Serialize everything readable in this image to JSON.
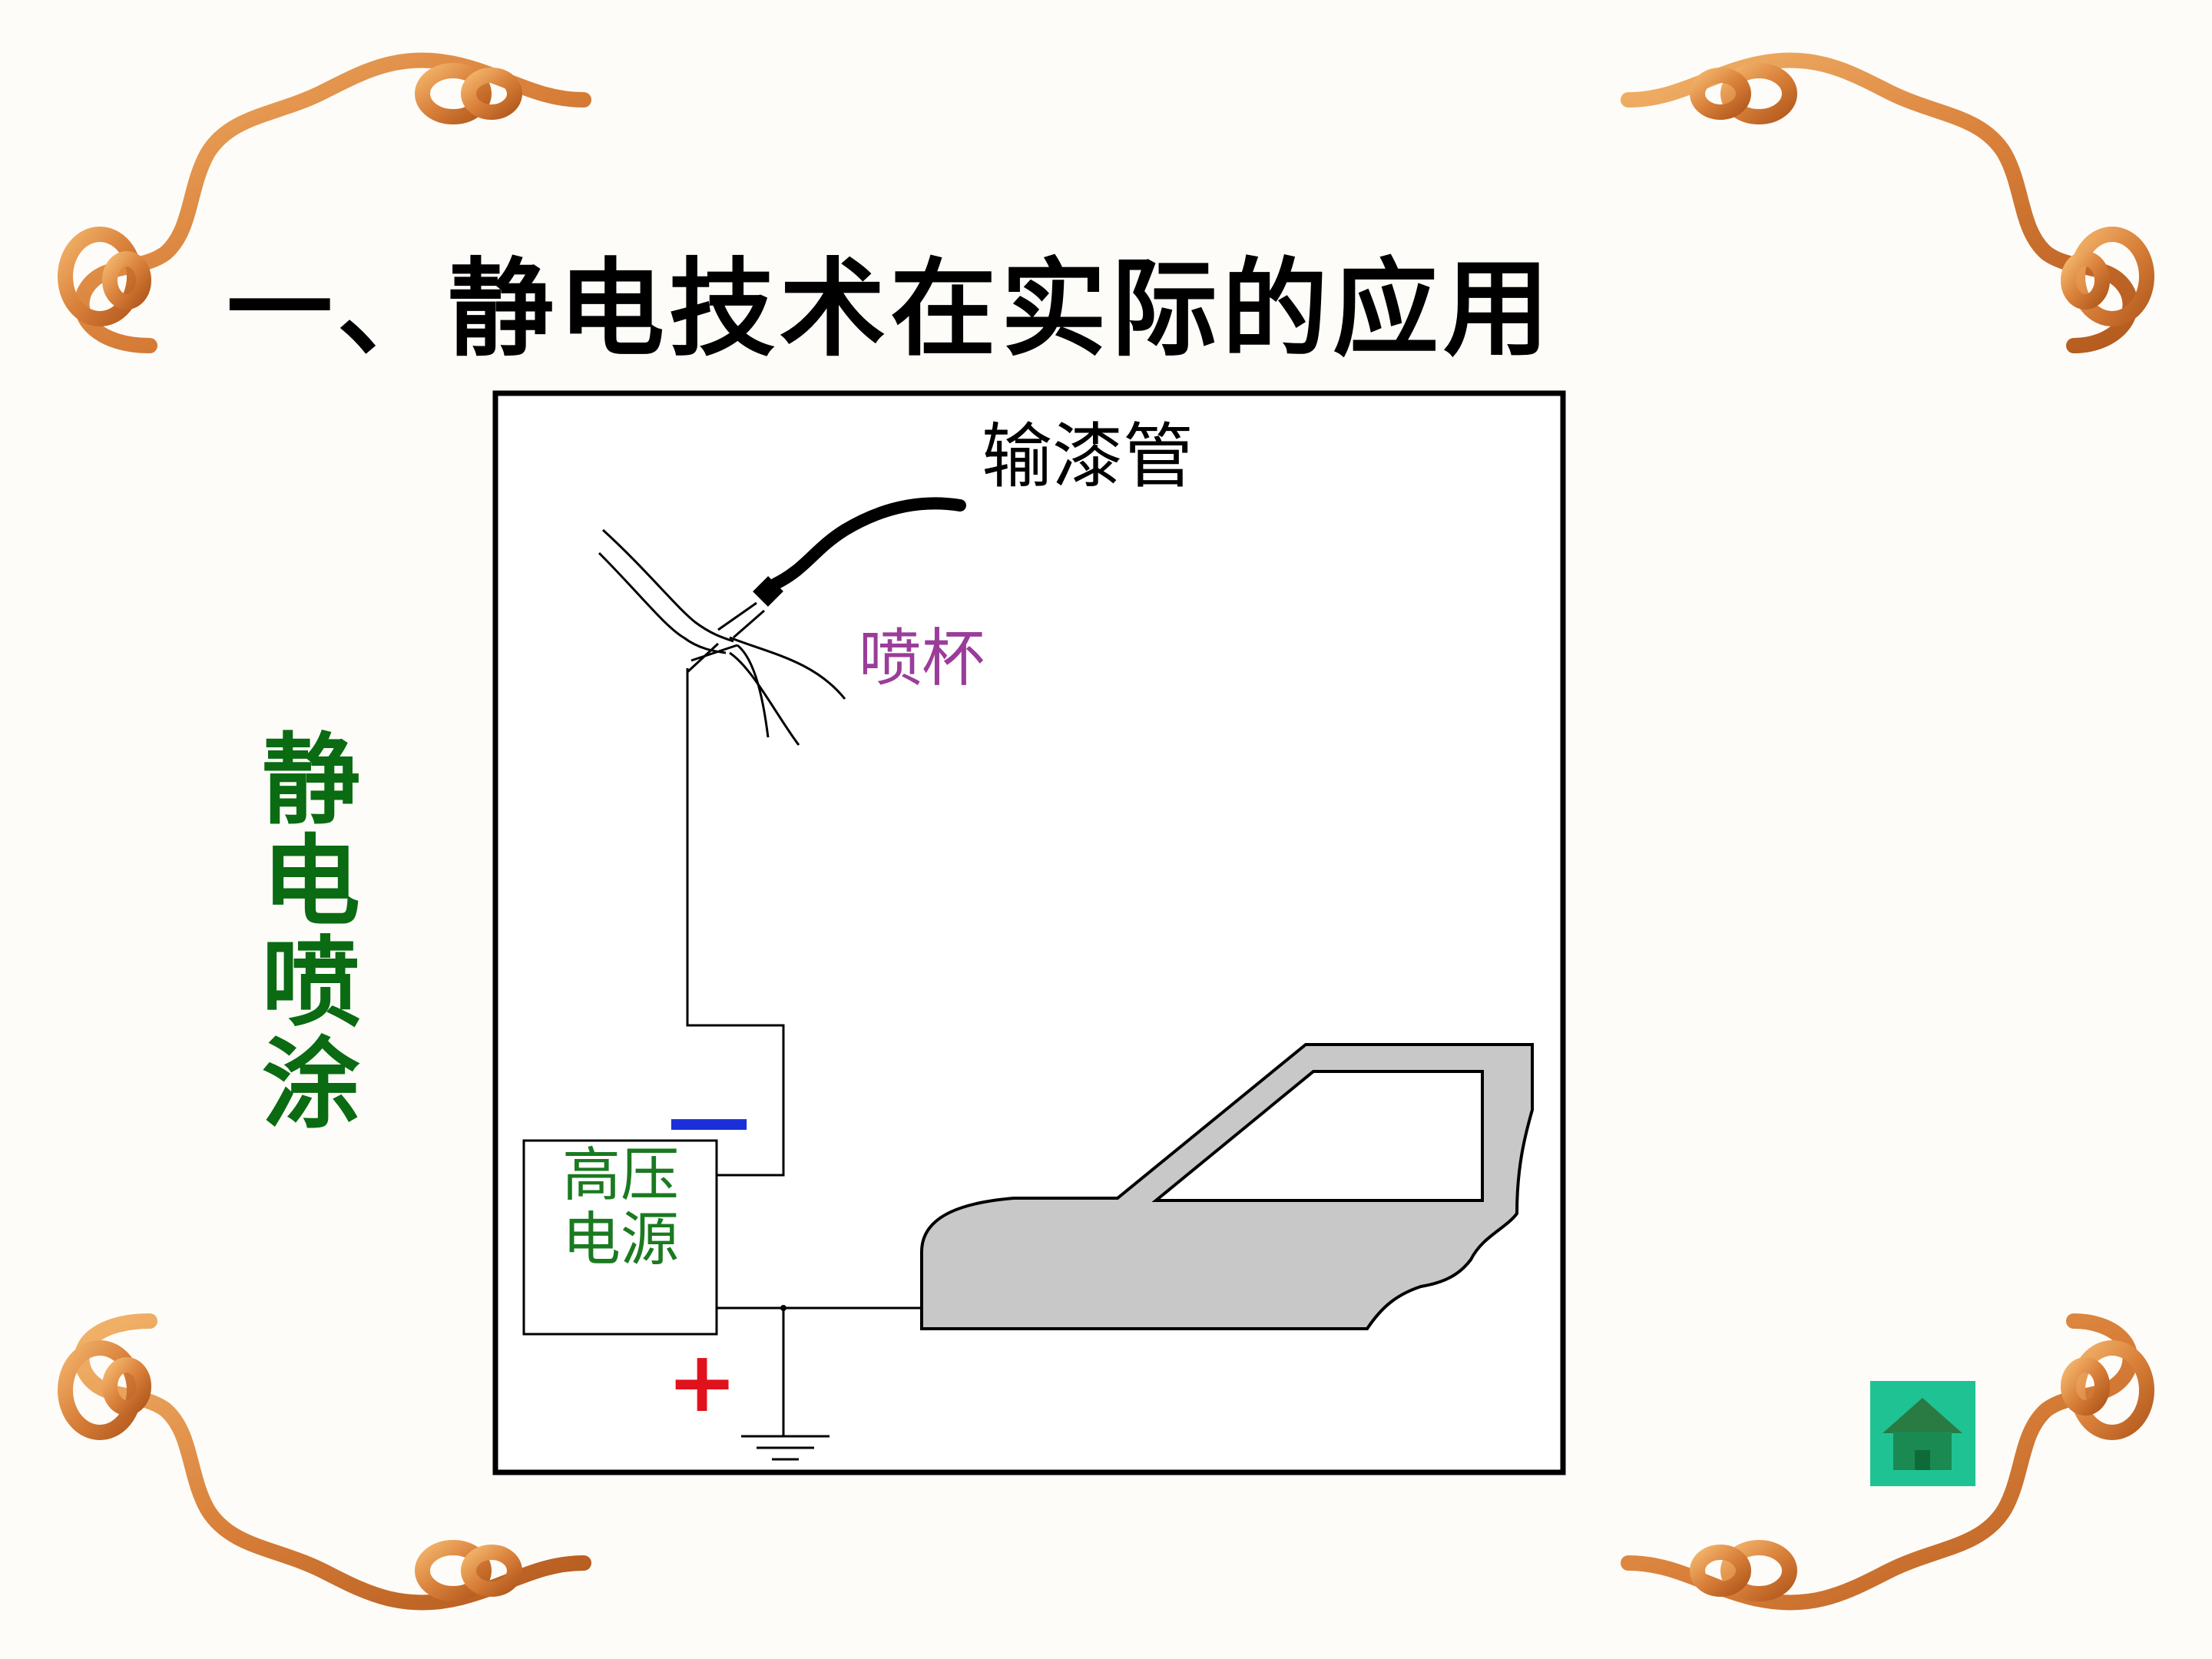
{
  "title": "一、静电技术在实际的应用",
  "side_label": [
    "静",
    "电",
    "喷",
    "涂"
  ],
  "diagram": {
    "pipe_label": "输漆管",
    "cup_label": "喷杯",
    "source_label": [
      "高压",
      "电源"
    ],
    "negative_sign": "—",
    "positive_sign": "+"
  },
  "colors": {
    "frame": "#d9803a",
    "side_label": "#0a6b12",
    "cup_label": "#9a3d9a",
    "source_label": "#1a7a20",
    "negative": "#1b2fd8",
    "positive": "#e0121b",
    "car": "#c8c8c8",
    "home_button": "#1fc393"
  },
  "icons": {
    "home": "home-icon"
  }
}
